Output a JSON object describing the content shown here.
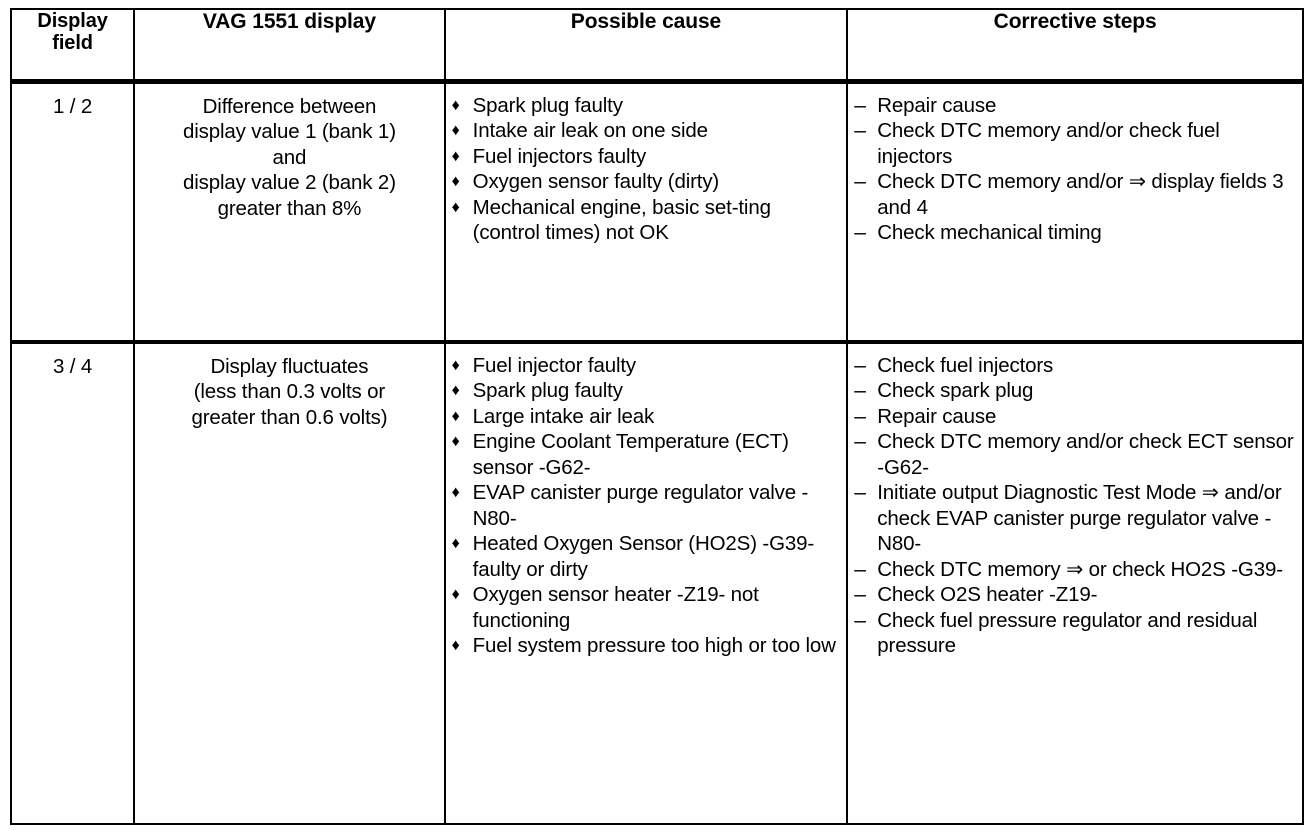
{
  "table": {
    "columns": [
      {
        "key": "display_field",
        "label": "Display\nfield"
      },
      {
        "key": "vag_display",
        "label": "VAG 1551 display"
      },
      {
        "key": "possible_cause",
        "label": "Possible cause"
      },
      {
        "key": "corrective",
        "label": "Corrective steps"
      }
    ],
    "headers": {
      "display_field_line1": "Display",
      "display_field_line2": "field",
      "vag_display": "VAG 1551 display",
      "possible_cause": "Possible cause",
      "corrective_steps": "Corrective steps"
    },
    "rows": [
      {
        "display_field": "1 / 2",
        "vag_display_lines": [
          "Difference between",
          "display value 1 (bank 1)",
          "and",
          "display value 2 (bank 2)",
          "greater than 8%"
        ],
        "possible_cause": [
          {
            "marker": "♦",
            "text": "Spark plug faulty",
            "gap_before": false
          },
          {
            "marker": "♦",
            "text": "Intake air leak on one side",
            "gap_before": false
          },
          {
            "marker": "♦",
            "text": "Fuel injectors faulty",
            "gap_before": false
          },
          {
            "marker": "♦",
            "text": "Oxygen sensor faulty (dirty)",
            "gap_before": false
          },
          {
            "marker": "♦",
            "text": "Mechanical engine, basic set-ting (control times) not OK",
            "gap_before": false
          }
        ],
        "corrective_steps": [
          {
            "marker": "–",
            "text": "Repair cause",
            "gap_before": false
          },
          {
            "marker": "–",
            "text": "Check DTC memory and/or check fuel injectors",
            "gap_before": false
          },
          {
            "marker": "–",
            "text": "Check DTC memory and/or ⇒ display fields 3 and 4",
            "gap_before": true
          },
          {
            "marker": "–",
            "text": "Check mechanical timing",
            "gap_before": false
          }
        ]
      },
      {
        "display_field": "3 / 4",
        "vag_display_lines": [
          "Display fluctuates",
          "(less than 0.3 volts or",
          "greater than 0.6 volts)"
        ],
        "possible_cause": [
          {
            "marker": "♦",
            "text": "Fuel injector faulty",
            "gap_before": false
          },
          {
            "marker": "♦",
            "text": "Spark plug faulty",
            "gap_before": false
          },
          {
            "marker": "♦",
            "text": "Large intake air leak",
            "gap_before": false
          },
          {
            "marker": "♦",
            "text": "Engine Coolant Temperature (ECT) sensor -G62-",
            "gap_before": false
          },
          {
            "marker": "♦",
            "text": "EVAP canister purge regulator valve -N80-",
            "gap_before": false
          },
          {
            "marker": "♦",
            "text": "Heated Oxygen Sensor (HO2S) -G39- faulty or dirty",
            "gap_before": false
          },
          {
            "marker": "♦",
            "text": "Oxygen sensor heater -Z19- not functioning",
            "gap_before": false
          },
          {
            "marker": "♦",
            "text": "Fuel system pressure too high or too low",
            "gap_before": false
          }
        ],
        "corrective_steps": [
          {
            "marker": "–",
            "text": "Check fuel injectors",
            "gap_before": false
          },
          {
            "marker": "–",
            "text": "Check spark plug",
            "gap_before": true
          },
          {
            "marker": "–",
            "text": "Repair cause",
            "gap_before": false
          },
          {
            "marker": "–",
            "text": "Check DTC memory and/or check ECT sensor -G62-",
            "gap_before": false
          },
          {
            "marker": "–",
            "text": "Initiate output Diagnostic Test Mode ⇒ and/or check EVAP canister purge regulator valve -N80-",
            "gap_before": false
          },
          {
            "marker": "–",
            "text": "Check DTC memory ⇒ or check HO2S -G39-",
            "gap_before": false
          },
          {
            "marker": "–",
            "text": "Check O2S heater -Z19-",
            "gap_before": false
          },
          {
            "marker": "–",
            "text": "Check fuel pressure regulator and residual pressure",
            "gap_before": true
          }
        ]
      }
    ]
  }
}
